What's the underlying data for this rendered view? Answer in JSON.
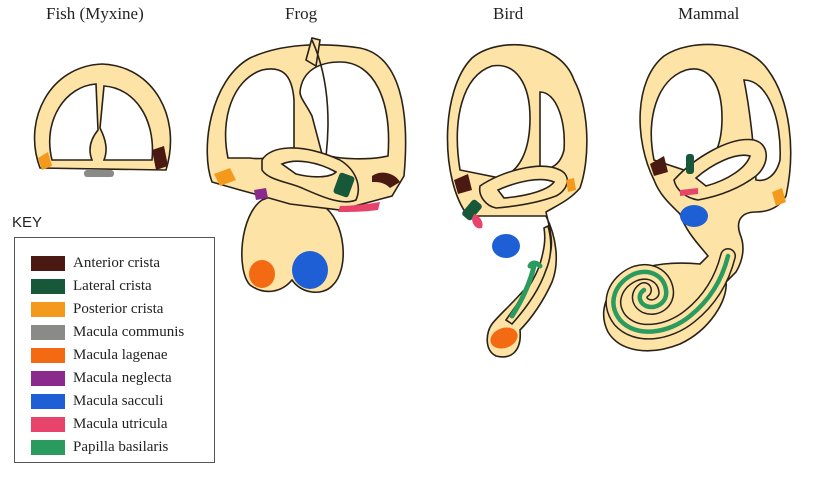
{
  "titles": {
    "fish": "Fish (Myxine)",
    "frog": "Frog",
    "bird": "Bird",
    "mammal": "Mammal"
  },
  "key": {
    "title": "KEY",
    "items": [
      {
        "label": "Anterior crista",
        "color": "#4a1a12"
      },
      {
        "label": "Lateral crista",
        "color": "#17573a"
      },
      {
        "label": "Posterior crista",
        "color": "#f39a1c"
      },
      {
        "label": "Macula communis",
        "color": "#8a8a86"
      },
      {
        "label": "Macula lagenae",
        "color": "#f36a12"
      },
      {
        "label": "Macula neglecta",
        "color": "#8a2a8c"
      },
      {
        "label": "Macula sacculi",
        "color": "#1f5fd6"
      },
      {
        "label": "Macula utricula",
        "color": "#e8436a"
      },
      {
        "label": "Papilla basilaris",
        "color": "#2a9a5e"
      }
    ]
  },
  "colors": {
    "body": "#fde3a6",
    "outline": "#2a2218",
    "background": "#ffffff"
  }
}
